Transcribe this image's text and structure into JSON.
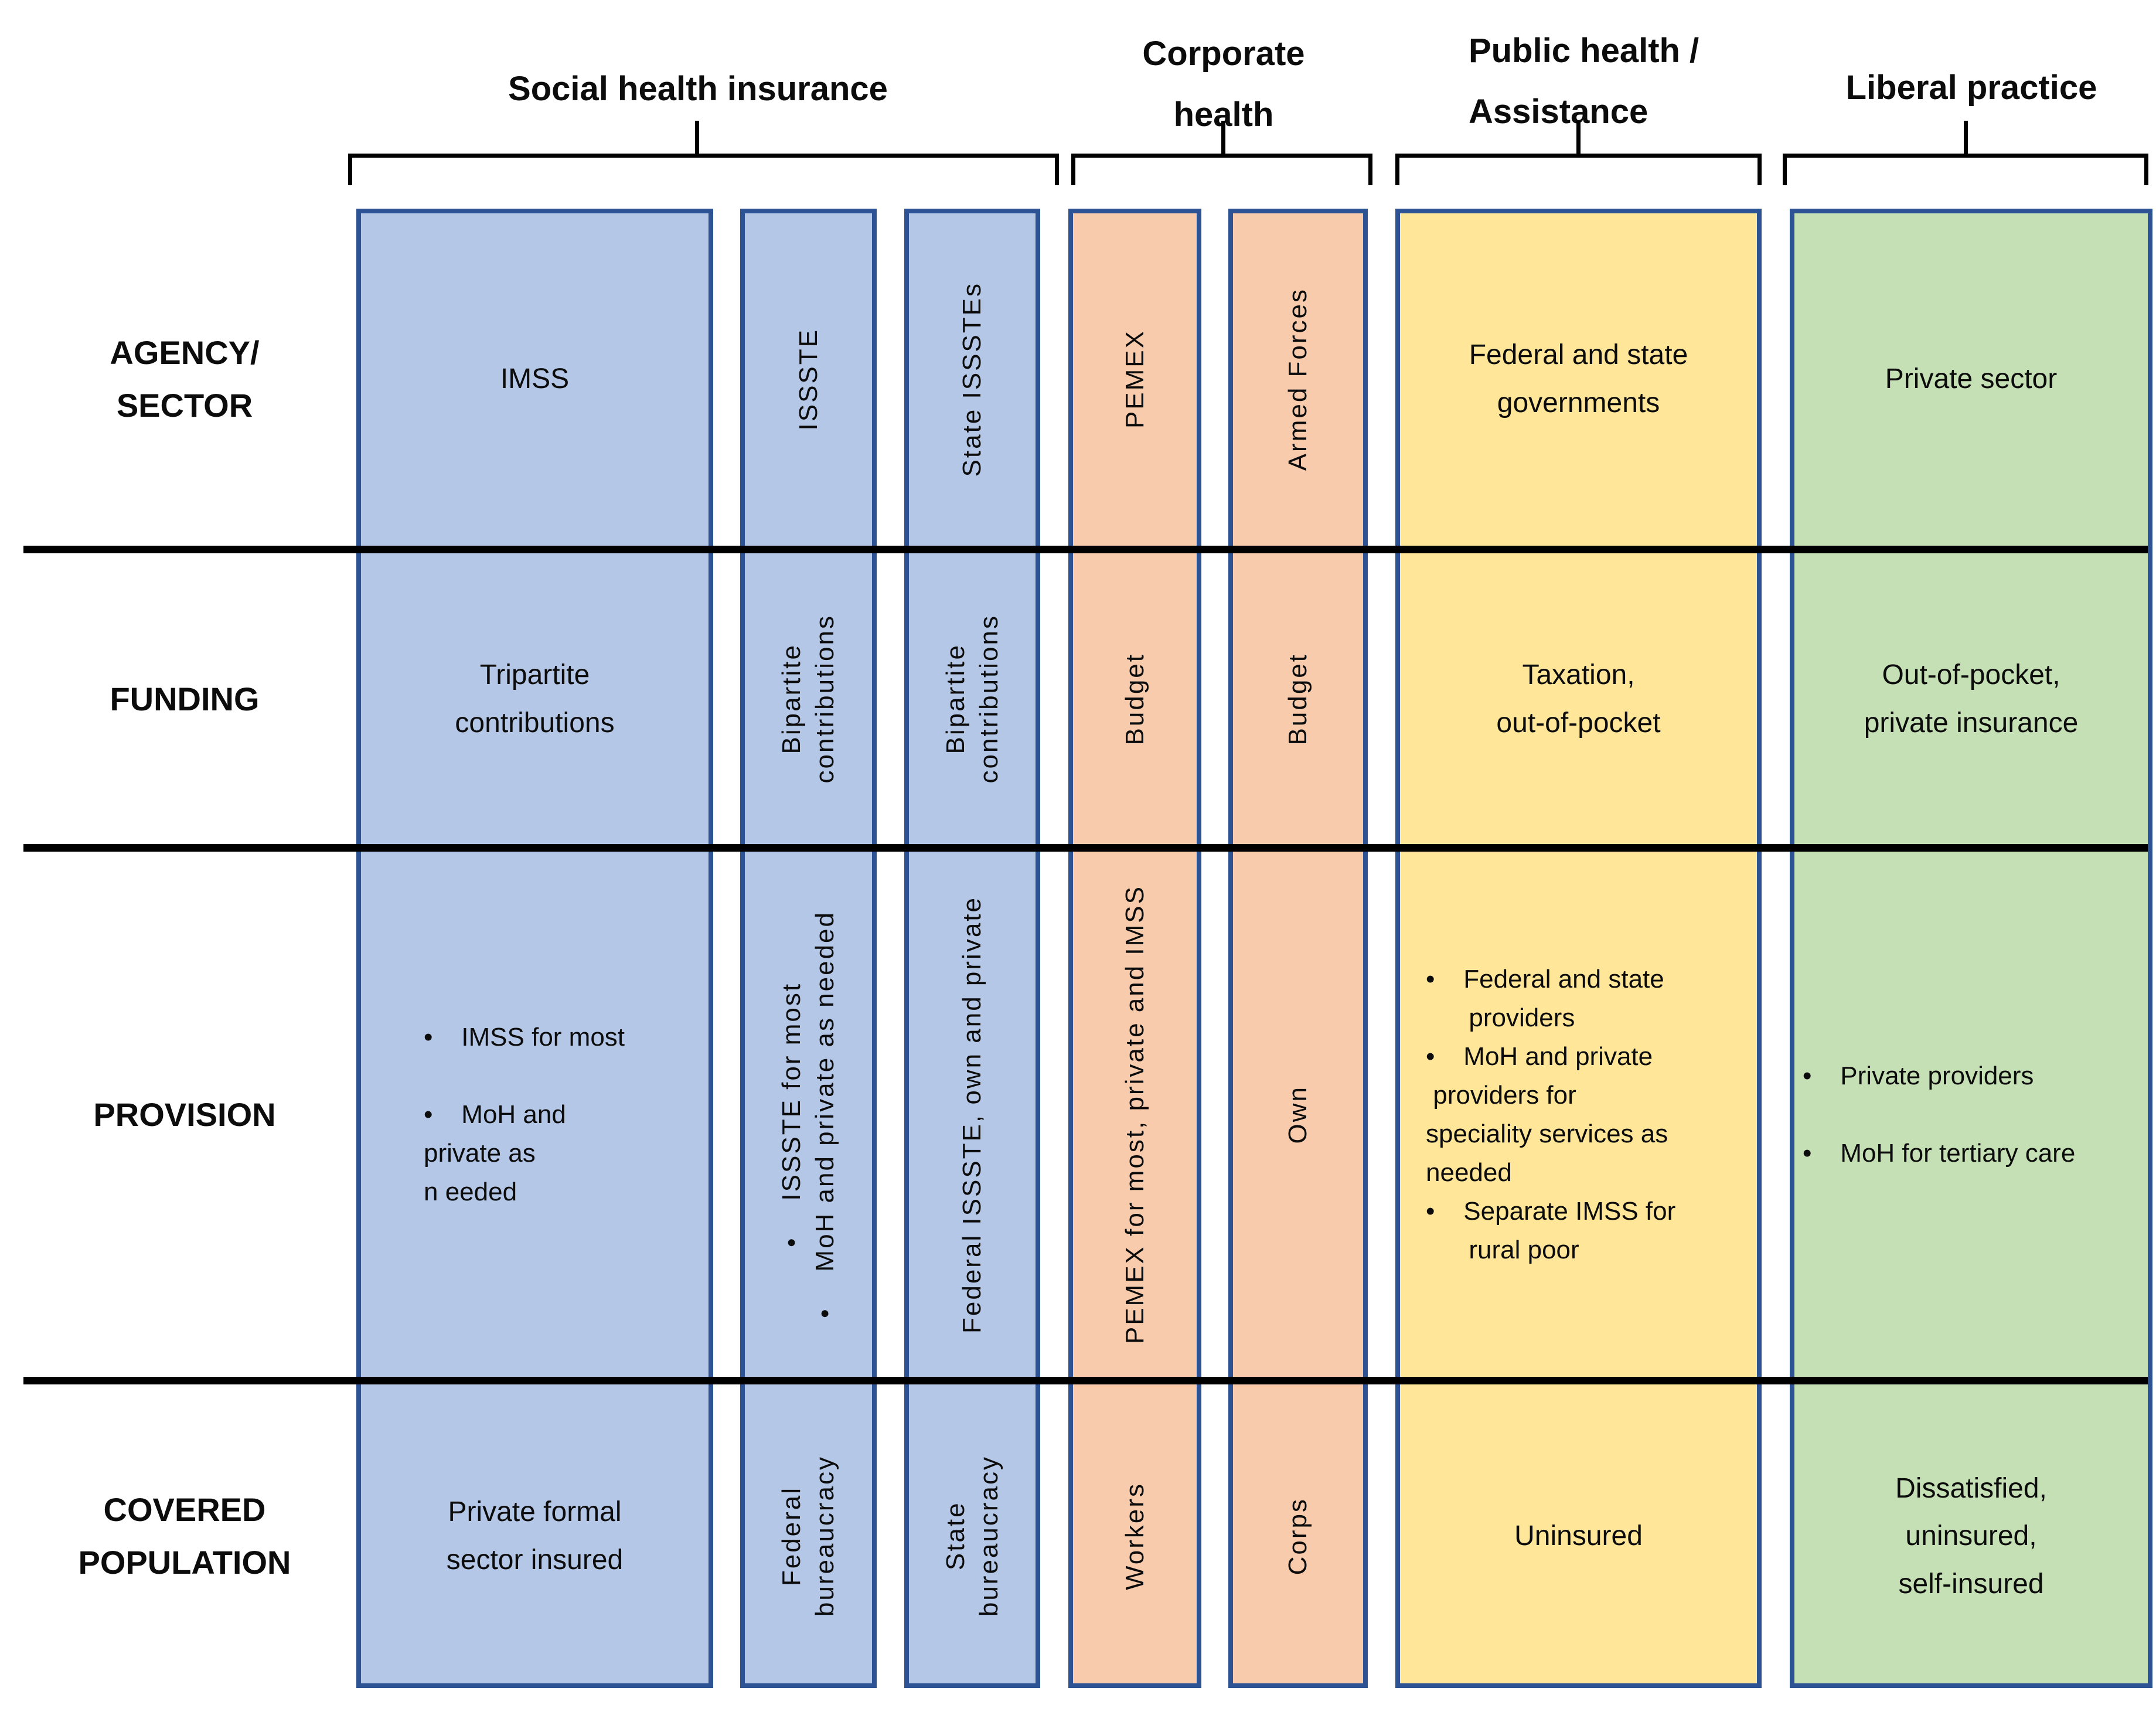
{
  "colors": {
    "blue_fill": "#b4c7e7",
    "orange_fill": "#f7cbac",
    "yellow_fill": "#ffe699",
    "green_fill": "#c5e0b4",
    "column_border": "#2e5395",
    "divider_line": "#000000"
  },
  "groups": {
    "social": {
      "label": "Social health insurance"
    },
    "corporate": {
      "label": "Corporate\nhealth"
    },
    "public": {
      "label": "Public health /\nAssistance"
    },
    "liberal": {
      "label": "Liberal practice"
    }
  },
  "rows": {
    "agency": {
      "label": "AGENCY/\nSECTOR"
    },
    "funding": {
      "label": "FUNDING"
    },
    "provision": {
      "label": "PROVISION"
    },
    "covered": {
      "label": "COVERED\nPOPULATION"
    }
  },
  "cells": {
    "agency": {
      "imss": "IMSS",
      "issste": "ISSSTE",
      "state_issstes": "State ISSSTEs",
      "pemex": "PEMEX",
      "armed_forces": "Armed Forces",
      "public": "Federal and state\ngovernments",
      "liberal": "Private sector"
    },
    "funding": {
      "imss": "Tripartite\ncontributions",
      "issste": "Bipartite\ncontributions",
      "state_issstes": "Bipartite\ncontributions",
      "pemex": "Budget",
      "armed_forces": "Budget",
      "public": "Taxation,\nout-of-pocket",
      "liberal": "Out-of-pocket,\nprivate insurance"
    },
    "provision": {
      "imss": [
        "•    IMSS for most",
        "",
        "•    MoH and",
        "private as",
        "n eeded"
      ],
      "issste": [
        "•    ISSSTE for most",
        "•    MoH and private as needed"
      ],
      "state_issstes": "Federal ISSSTE, own and private",
      "pemex": "PEMEX for most, private and IMSS",
      "armed_forces": "Own",
      "public": [
        "•    Federal and state",
        "      providers",
        "•    MoH and private",
        " providers for",
        "speciality services as",
        "needed",
        "•    Separate IMSS for",
        "      rural poor"
      ],
      "liberal": [
        "•    Private providers",
        "",
        "•    MoH for tertiary care"
      ]
    },
    "covered": {
      "imss": "Private formal\nsector insured",
      "issste": "Federal\nbureaucracy",
      "state_issstes": "State\nbureaucracy",
      "pemex": "Workers",
      "armed_forces": "Corps",
      "public": "Uninsured",
      "liberal": "Dissatisfied,\nuninsured,\nself-insured"
    }
  }
}
